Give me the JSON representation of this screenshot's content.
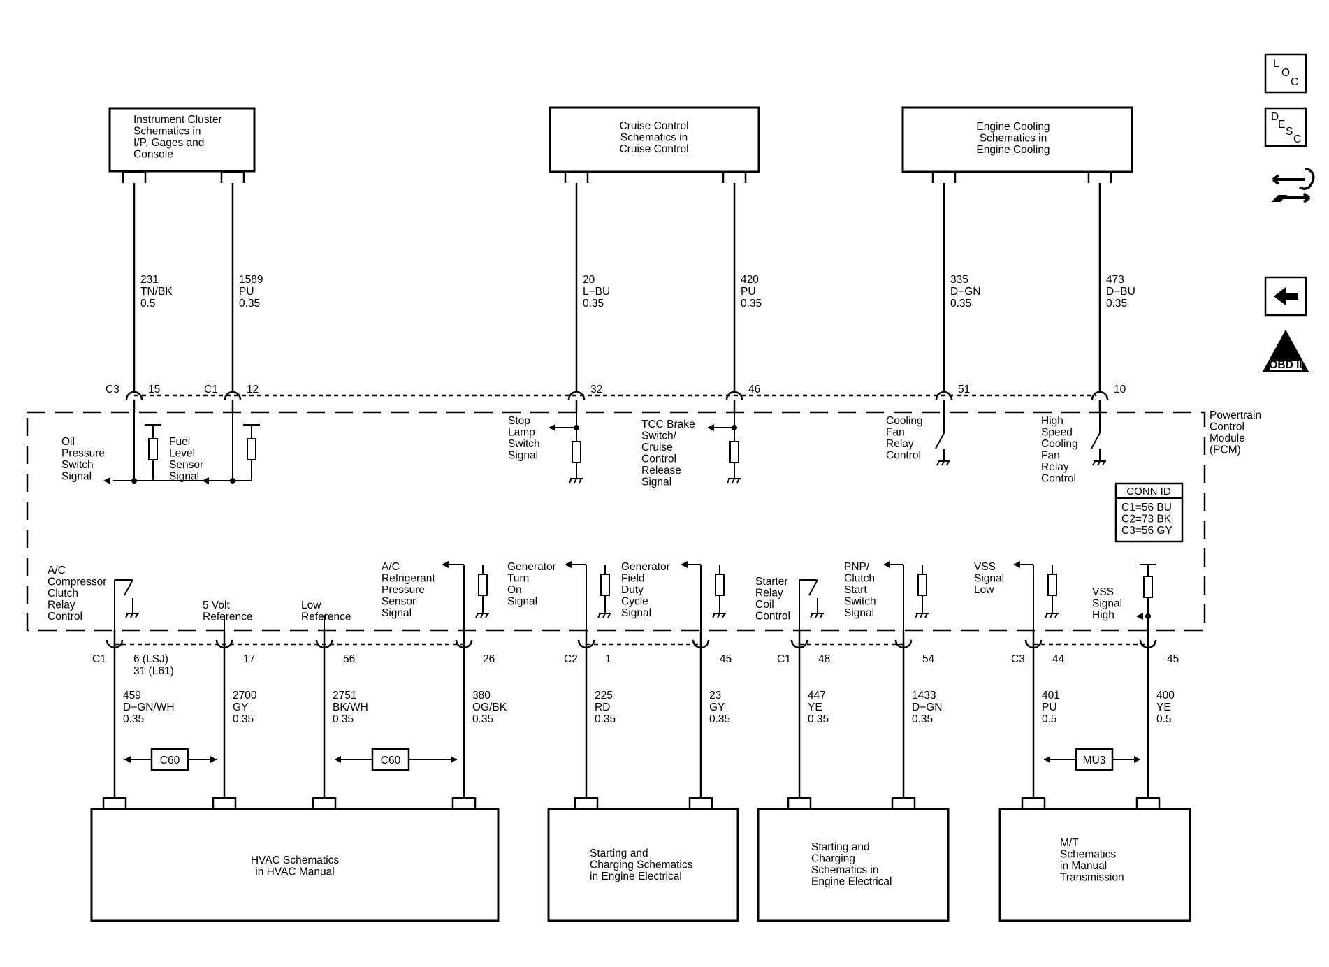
{
  "top_boxes": [
    {
      "id": "ic",
      "lines": [
        "Instrument Cluster",
        "Schematics in",
        "I/P, Gages and",
        "Console"
      ]
    },
    {
      "id": "cc",
      "lines": [
        "Cruise Control",
        "Schematics in",
        "Cruise Control"
      ]
    },
    {
      "id": "ec",
      "lines": [
        "Engine Cooling",
        "Schematics in",
        "Engine Cooling"
      ]
    }
  ],
  "bottom_boxes": [
    {
      "id": "hvac",
      "lines": [
        "HVAC Schematics",
        "in HVAC Manual"
      ]
    },
    {
      "id": "sc1",
      "lines": [
        "Starting and",
        "Charging Schematics",
        "in Engine Electrical"
      ]
    },
    {
      "id": "sc2",
      "lines": [
        "Starting and",
        "Charging",
        "Schematics in",
        "Engine Electrical"
      ]
    },
    {
      "id": "mt",
      "lines": [
        "M/T",
        "Schematics",
        "in Manual",
        "Transmission"
      ]
    }
  ],
  "top_wires": [
    {
      "circuit": "231",
      "color": "TN/BK",
      "gauge": "0.5",
      "conn": "C3",
      "pin": "15"
    },
    {
      "circuit": "1589",
      "color": "PU",
      "gauge": "0.35",
      "conn": "C1",
      "pin": "12"
    },
    {
      "circuit": "20",
      "color": "L−BU",
      "gauge": "0.35",
      "conn": "",
      "pin": "32"
    },
    {
      "circuit": "420",
      "color": "PU",
      "gauge": "0.35",
      "conn": "",
      "pin": "46"
    },
    {
      "circuit": "335",
      "color": "D−GN",
      "gauge": "0.35",
      "conn": "",
      "pin": "51"
    },
    {
      "circuit": "473",
      "color": "D−BU",
      "gauge": "0.35",
      "conn": "",
      "pin": "10"
    }
  ],
  "bottom_wires": [
    {
      "circuit": "459",
      "color": "D−GN/WH",
      "gauge": "0.35",
      "conn": "C1",
      "pin": "6 (LSJ)",
      "pin2": "31 (L61)"
    },
    {
      "circuit": "2700",
      "color": "GY",
      "gauge": "0.35",
      "conn": "",
      "pin": "17",
      "pin2": ""
    },
    {
      "circuit": "2751",
      "color": "BK/WH",
      "gauge": "0.35",
      "conn": "",
      "pin": "56",
      "pin2": ""
    },
    {
      "circuit": "380",
      "color": "OG/BK",
      "gauge": "0.35",
      "conn": "",
      "pin": "26",
      "pin2": ""
    },
    {
      "circuit": "225",
      "color": "RD",
      "gauge": "0.35",
      "conn": "C2",
      "pin": "1",
      "pin2": ""
    },
    {
      "circuit": "23",
      "color": "GY",
      "gauge": "0.35",
      "conn": "",
      "pin": "45",
      "pin2": ""
    },
    {
      "circuit": "447",
      "color": "YE",
      "gauge": "0.35",
      "conn": "C1",
      "pin": "48",
      "pin2": ""
    },
    {
      "circuit": "1433",
      "color": "D−GN",
      "gauge": "0.35",
      "conn": "",
      "pin": "54",
      "pin2": ""
    },
    {
      "circuit": "401",
      "color": "PU",
      "gauge": "0.5",
      "conn": "C3",
      "pin": "44",
      "pin2": ""
    },
    {
      "circuit": "400",
      "color": "YE",
      "gauge": "0.5",
      "conn": "",
      "pin": "45",
      "pin2": ""
    }
  ],
  "top_signals": [
    {
      "lines": [
        "Oil",
        "Pressure",
        "Switch",
        "Signal"
      ]
    },
    {
      "lines": [
        "Fuel",
        "Level",
        "Sensor",
        "Signal"
      ]
    },
    {
      "lines": [
        "Stop",
        "Lamp",
        "Switch",
        "Signal"
      ]
    },
    {
      "lines": [
        "TCC Brake",
        "Switch/",
        "Cruise",
        "Control",
        "Release",
        "Signal"
      ]
    },
    {
      "lines": [
        "Cooling",
        "Fan",
        "Relay",
        "Control"
      ]
    },
    {
      "lines": [
        "High",
        "Speed",
        "Cooling",
        "Fan",
        "Relay",
        "Control"
      ]
    }
  ],
  "bottom_signals": [
    {
      "lines": [
        "A/C",
        "Compressor",
        "Clutch",
        "Relay",
        "Control"
      ]
    },
    {
      "lines": [
        "5 Volt",
        "Reference"
      ]
    },
    {
      "lines": [
        "Low",
        "Reference"
      ]
    },
    {
      "lines": [
        "A/C",
        "Refrigerant",
        "Pressure",
        "Sensor",
        "Signal"
      ]
    },
    {
      "lines": [
        "Generator",
        "Turn",
        "On",
        "Signal"
      ]
    },
    {
      "lines": [
        "Generator",
        "Field",
        "Duty",
        "Cycle",
        "Signal"
      ]
    },
    {
      "lines": [
        "Starter",
        "Relay",
        "Coil",
        "Control"
      ]
    },
    {
      "lines": [
        "PNP/",
        "Clutch",
        "Start",
        "Switch",
        "Signal"
      ]
    },
    {
      "lines": [
        "VSS",
        "Signal",
        "Low"
      ]
    },
    {
      "lines": [
        "VSS",
        "Signal",
        "High"
      ]
    }
  ],
  "module_label": [
    "Powertrain",
    "Control",
    "Module",
    "(PCM)"
  ],
  "conn_id": {
    "title": "CONN ID",
    "lines": [
      "C1=56 BU",
      "C2=73 BK",
      "C3=56 GY"
    ]
  },
  "splice_labels": [
    "C60",
    "C60",
    "MU3"
  ],
  "side_icons": {
    "loc": [
      "L",
      "O",
      "C"
    ],
    "desc": [
      "D",
      "E",
      "S",
      "C"
    ],
    "obd_numeral": "II",
    "obd_text": "OBD II"
  }
}
